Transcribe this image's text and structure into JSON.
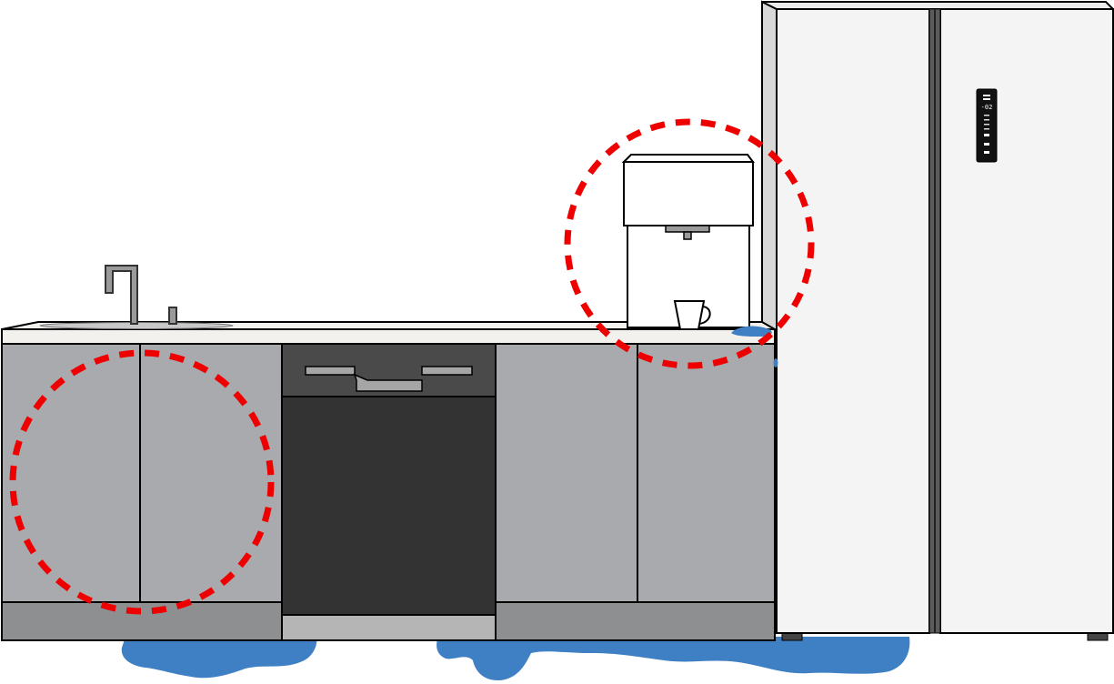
{
  "illustration": {
    "colors": {
      "cabinet": "#a9aaad",
      "cabinet_plinth": "#8e8f91",
      "dishwasher": "#333333",
      "countertop": "#f2f1ed",
      "refrigerator": "#f4f4f4",
      "water_leak": "#3f80c5",
      "highlight_circle": "#ee0000"
    },
    "refrigerator_panel": {
      "display_value": "-02"
    },
    "highlights": [
      "sink-cabinet",
      "water-dispenser"
    ]
  }
}
